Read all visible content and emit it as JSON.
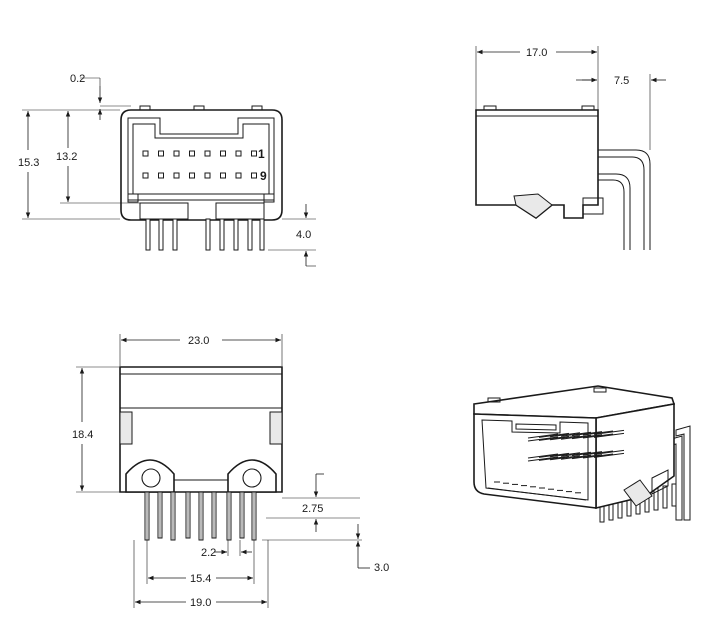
{
  "drawing": {
    "front_view": {
      "pin_labels": [
        "1",
        "9"
      ],
      "dimensions": [
        "0.2",
        "15.3",
        "13.2",
        "4.0"
      ]
    },
    "side_view": {
      "dimensions": [
        "17.0",
        "7.5"
      ]
    },
    "bottom_view": {
      "dimensions": [
        "23.0",
        "18.4",
        "2.75",
        "2.2",
        "3.0",
        "15.4",
        "19.0"
      ]
    }
  }
}
